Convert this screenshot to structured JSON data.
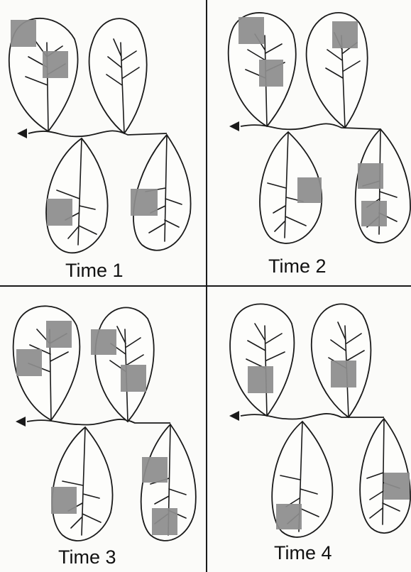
{
  "panels": [
    {
      "label": "Time 1"
    },
    {
      "label": "Time 2"
    },
    {
      "label": "Time 3"
    },
    {
      "label": "Time 4"
    }
  ]
}
